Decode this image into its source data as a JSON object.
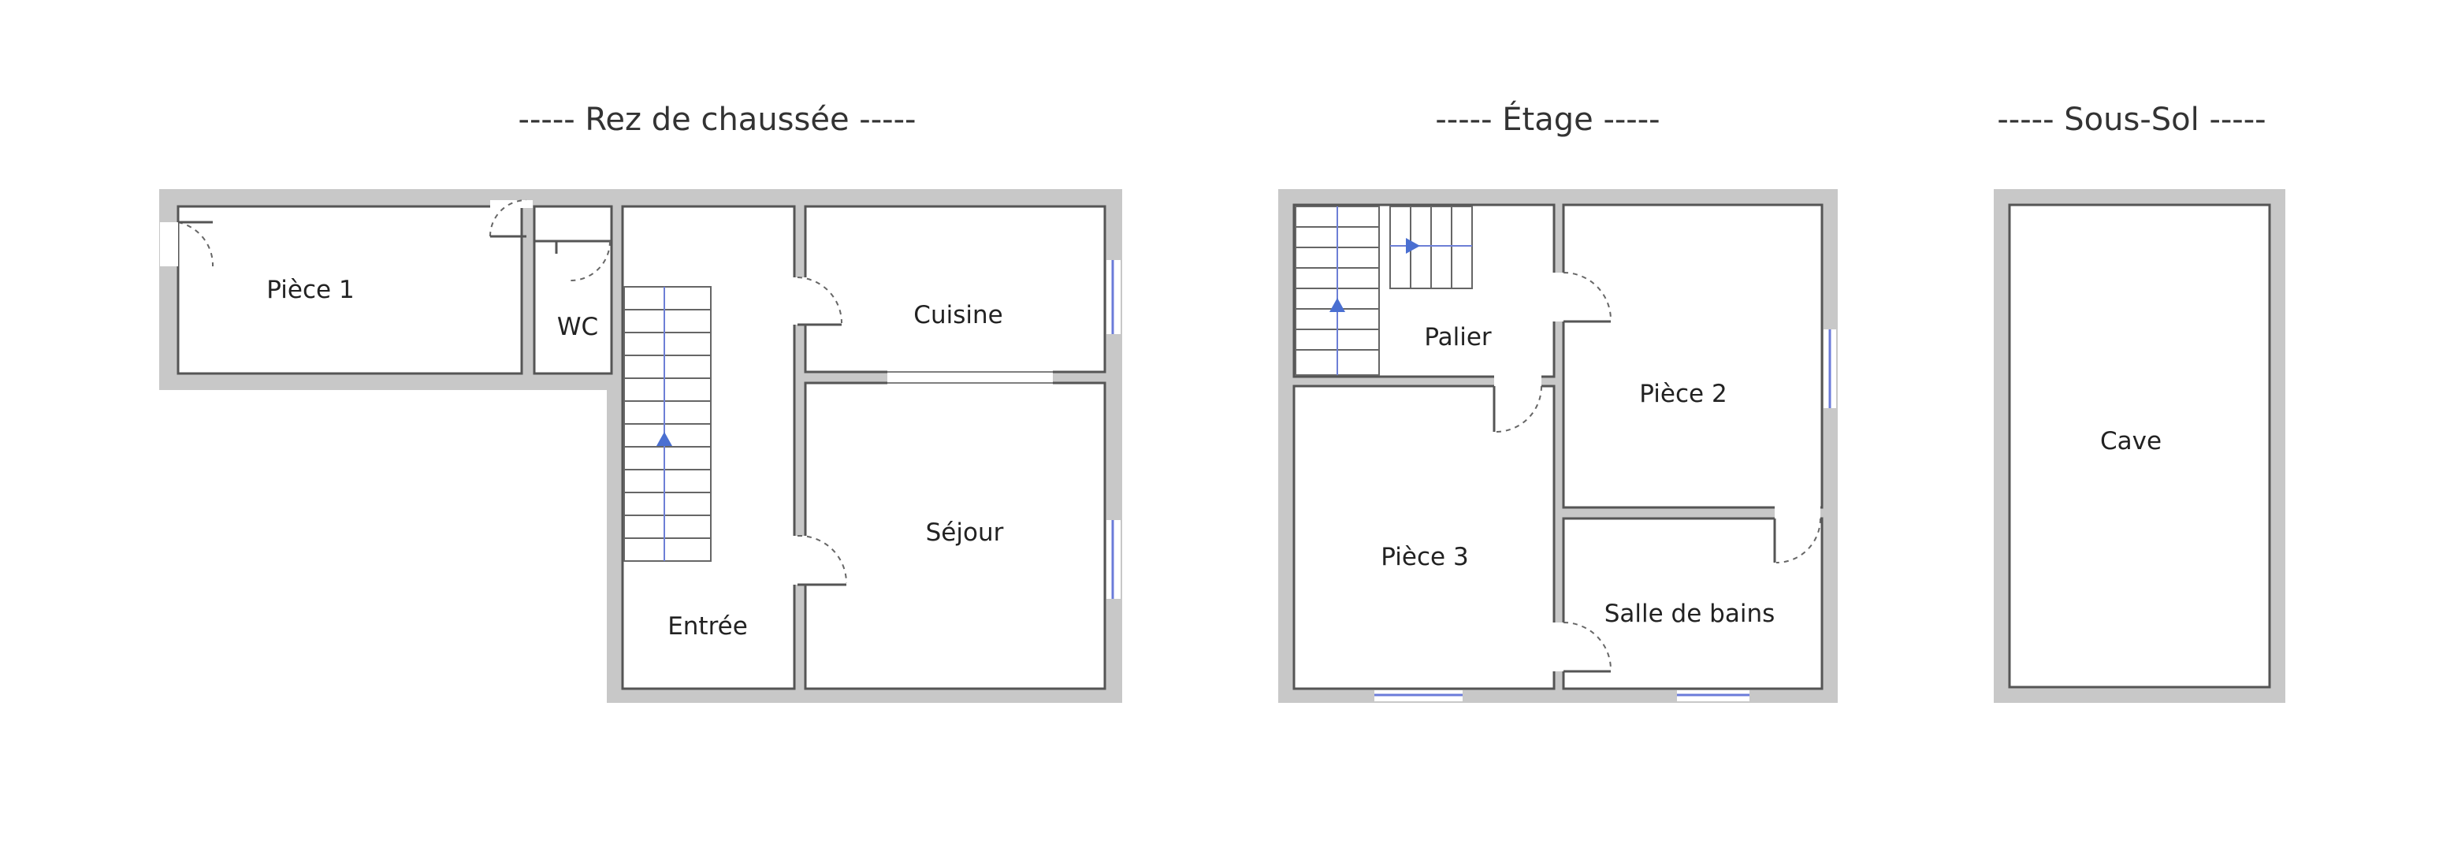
{
  "levels": {
    "ground": {
      "title": "----- Rez de chaussée -----"
    },
    "upper": {
      "title": "----- Étage -----"
    },
    "basement": {
      "title": "----- Sous-Sol -----"
    }
  },
  "rooms": {
    "piece1": "Pièce 1",
    "wc": "WC",
    "cuisine": "Cuisine",
    "sejour": "Séjour",
    "entree": "Entrée",
    "palier": "Palier",
    "piece2": "Pièce 2",
    "piece3": "Pièce 3",
    "salle_de_bains": "Salle de bains",
    "cave": "Cave"
  },
  "colors": {
    "wall_fill": "#c8c8c8",
    "wall_stroke": "#555555",
    "window": "#6b7bd9",
    "stair_arrow": "#4a6fd1"
  }
}
